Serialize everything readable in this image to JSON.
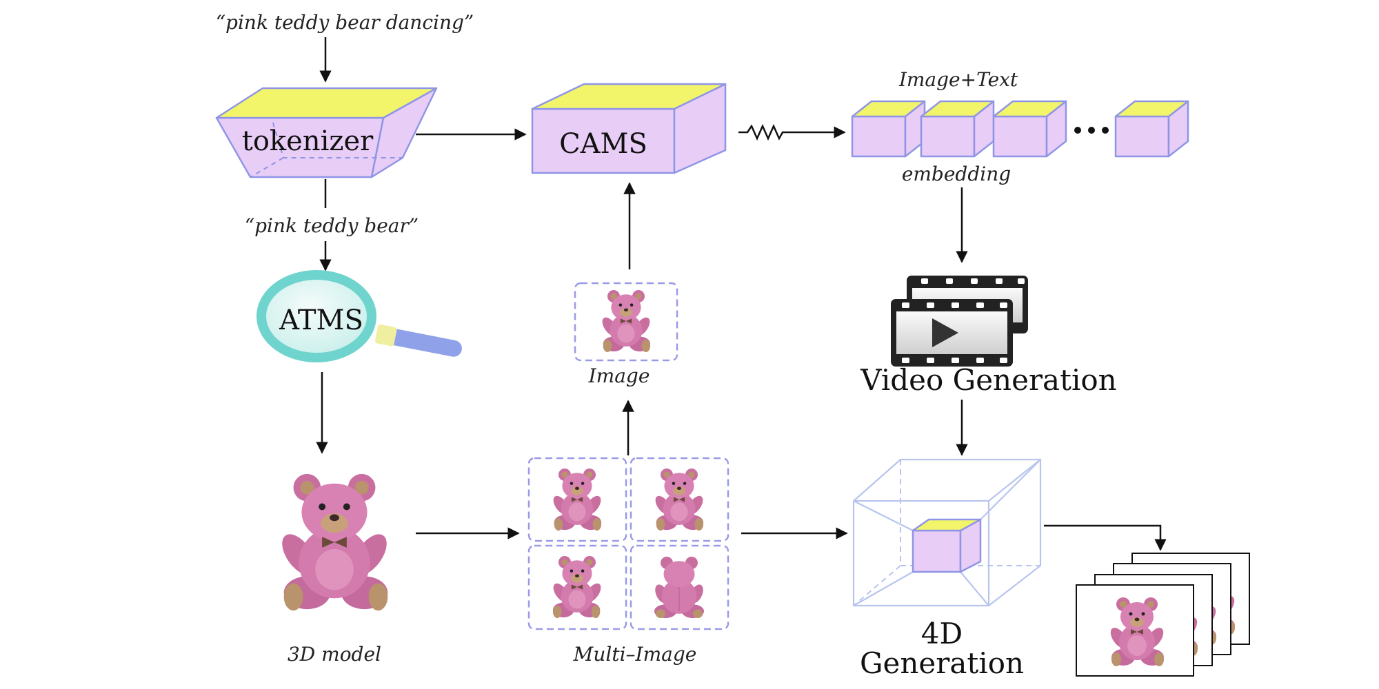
{
  "prompts": {
    "full": "“pink teddy bear dancing”",
    "subject": "“pink teddy bear”"
  },
  "modules": {
    "tokenizer": "tokenizer",
    "atms": "ATMS",
    "cams": "CAMS"
  },
  "labels": {
    "image_text": "Image+Text",
    "embedding": "embedding",
    "image": "Image",
    "model_3d": "3D model",
    "multi_image": "Multi–Image",
    "video_generation": "Video Generation",
    "gen4d_line1": "4D",
    "gen4d_line2": "Generation"
  },
  "icons": {
    "tokenizer": "trapezoid-prism-icon",
    "atms": "magnifier-icon",
    "cams": "box-icon",
    "embedding": "cube-icon",
    "video": "film-strip-icon",
    "four_d": "wireframe-cube-icon",
    "teddy": "teddy-bear-image",
    "frames": "frame-stack-icon"
  },
  "colors": {
    "face": "#e8cdf6",
    "top": "#f2f56a",
    "edge": "#8f95e6",
    "ring": "#6fd4cd",
    "handle": "#8fa1e8",
    "collar": "#f0ef9f",
    "wire": "#b8c4ee",
    "dash": "#9a9ae8",
    "ink": "#111111"
  }
}
